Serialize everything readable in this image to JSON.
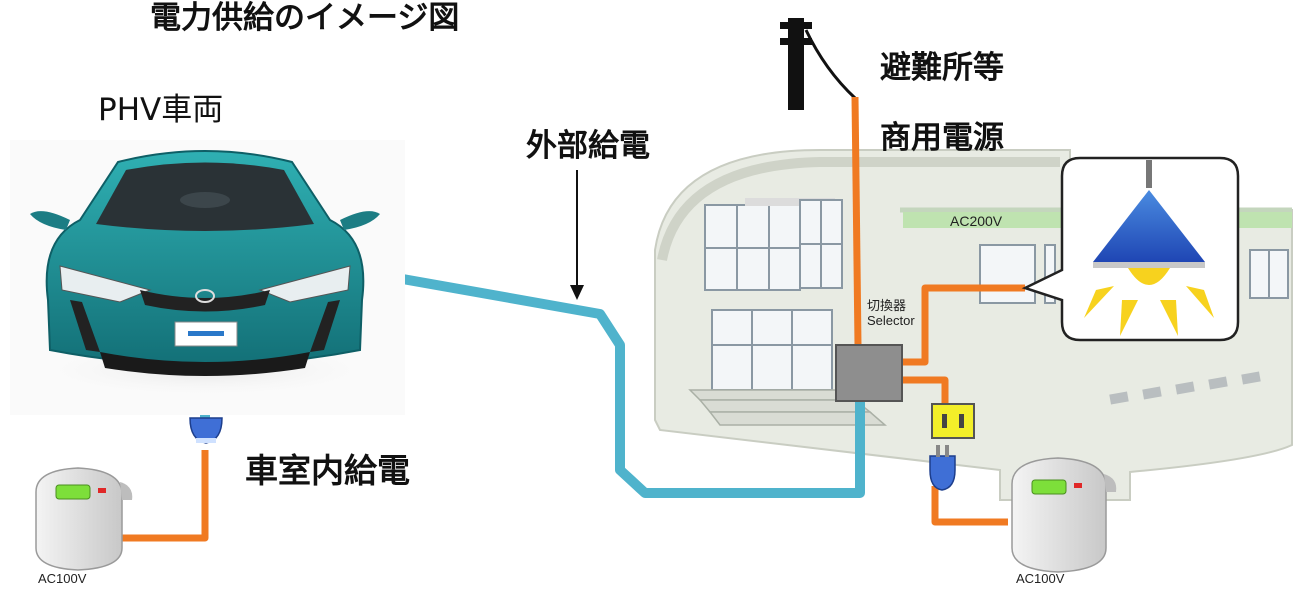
{
  "labels": {
    "title": "電力供給のイメージ図",
    "vehicle": "PHV車両",
    "external_supply": "外部給電",
    "shelter": "避難所等",
    "commercial_power": "商用電源",
    "indoor_supply": "車室内給電",
    "ac200": "AC200V",
    "selector_jp": "切換器",
    "selector_en": "Selector",
    "ac100_left": "AC100V",
    "ac100_right": "AC100V"
  },
  "colors": {
    "cable": "#4fb3cc",
    "wire": "#f07a22",
    "car_body": "#1e8f96",
    "building": "#e9ece4",
    "lamp_shade": "#2457c8",
    "lamp_light": "#f7d21e",
    "outlet": "#f3ef29",
    "plug": "#3f6fd6",
    "selector_box": "#8e8e8e"
  },
  "icons": {
    "car": "phv-car-icon",
    "building": "shelter-building-icon",
    "pole": "utility-pole-icon",
    "lamp": "ceiling-lamp-icon",
    "cooker": "rice-cooker-icon",
    "plug": "plug-icon",
    "outlet": "outlet-icon",
    "selector": "selector-box-icon",
    "arrow": "down-arrow-icon"
  }
}
